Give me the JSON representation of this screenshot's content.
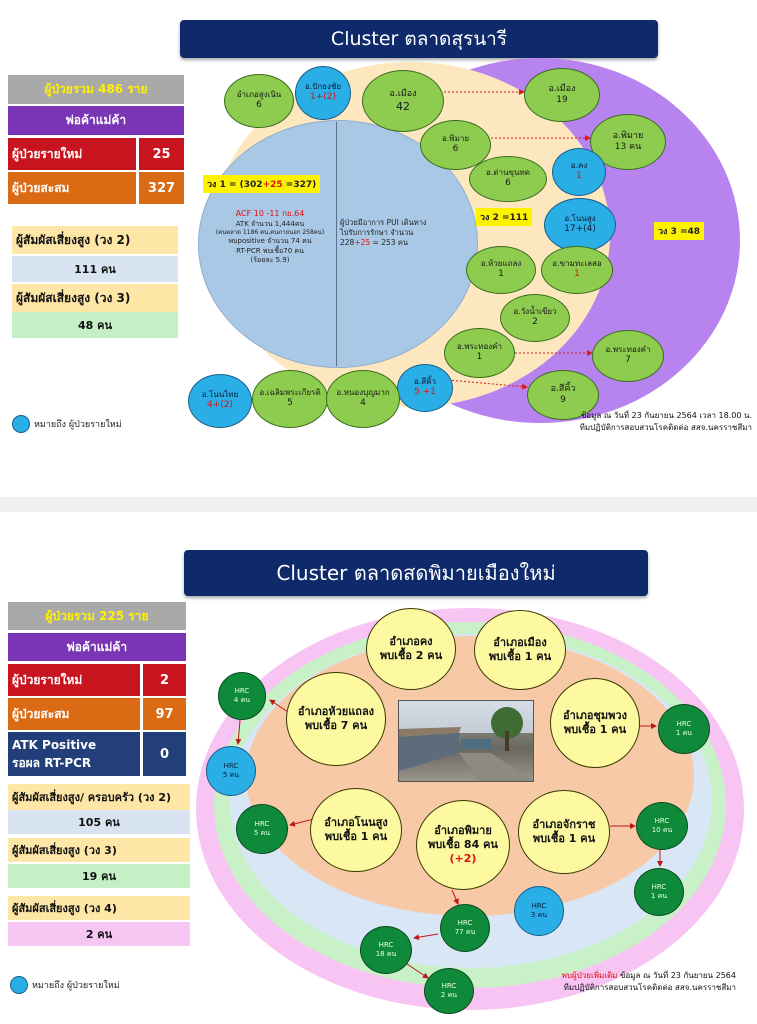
{
  "panel1": {
    "title": "Cluster ตลาดสุรนารี",
    "left": {
      "total": "ผู้ป่วยรวม 486 ราย",
      "vendor": "พ่อค้าแม่ค้า",
      "new_label": "ผู้ป่วยรายใหม่",
      "new_value": "25",
      "cum_label": "ผู้ป่วยสะสม",
      "cum_value": "327",
      "ring2_label": "ผู้สัมผัสเสี่ยงสูง (วง 2)",
      "ring2_value": "111 คน",
      "ring3_label": "ผู้สัมผัสเสี่ยงสูง (วง 3)",
      "ring3_value": "48 คน"
    },
    "ring_tags": {
      "ring1_a": "วง 1 = (302",
      "ring1_b": "+25",
      "ring1_c": " =327)",
      "ring2": "วง 2 =111",
      "ring3": "วง 3 =48"
    },
    "acf": {
      "line1": "ACF 10 -11 กย.64",
      "line2": "ATK จำนวน 1,444คน",
      "line3": "(คนตลาด 1186 คน,คนภายนอก 258คน)",
      "line4": "พบpositive จำนวน 74 คน",
      "line5": "RT-PCR พบเชื้อ70 คน",
      "line6": "(ร้อยละ 5.9)"
    },
    "pui": {
      "line1": "ผู้ป่วยมีอาการ PUI เดินทาง",
      "line2": "ไปรับการรักษา จำนวน",
      "line3a": "228",
      "line3b": "+25",
      "line3c": " = 253 คน"
    },
    "nodes": {
      "n1": {
        "name": "อำเภอสูงเนิน",
        "value": "6"
      },
      "n2": {
        "name": "อ.ปักธงชัย",
        "value": "1+(2)"
      },
      "n3": {
        "name": "อ.เมือง",
        "value": "42"
      },
      "n4": {
        "name": "อ.เมือง",
        "value": "19"
      },
      "n5": {
        "name": "อ.พิมาย",
        "value": "6"
      },
      "n6": {
        "name": "อ.พิมาย",
        "value": "13 คน"
      },
      "n7": {
        "name": "อ.ด่านขุนทด",
        "value": "6"
      },
      "n8": {
        "name": "อ.คง",
        "value": "1"
      },
      "n9": {
        "name": "อ.โนนสูง",
        "value": "17+(4)"
      },
      "n10": {
        "name": "อ.ห้วยแถลง",
        "value": "1"
      },
      "n11": {
        "name": "อ.ขามทะเลสอ",
        "value": "1"
      },
      "n12": {
        "name": "อ.วังน้ำเขียว",
        "value": "2"
      },
      "n13": {
        "name": "อ.พระทองคำ",
        "value": "1"
      },
      "n14": {
        "name": "อ.พระทองคำ",
        "value": "7"
      },
      "n15": {
        "name": "อ.สีคิ้ว",
        "value": "5 +1"
      },
      "n16": {
        "name": "อ.สีคิ้ว",
        "value": "9"
      },
      "n17": {
        "name": "อ.โนนไทย",
        "value": "4+(2)"
      },
      "n18": {
        "name": "อ.เฉลิมพระเกียรติ",
        "value": "5"
      },
      "n19": {
        "name": "อ.หนองบุญมาก",
        "value": "4"
      }
    },
    "legend": "หมายถึง ผู้ป่วยรายใหม่",
    "source1": "ข้อมูล ณ วันที่ 23 กันยายน 2564 เวลา 18.00 น.",
    "source2": "ทีมปฏิบัติการสอบสวนโรคติดต่อ สสจ.นครราชสีมา"
  },
  "panel2": {
    "title": "Cluster ตลาดสดพิมายเมืองใหม่",
    "left": {
      "total": "ผู้ป่วยรวม 225 ราย",
      "vendor": "พ่อค้าแม่ค้า",
      "new_label": "ผู้ป่วยรายใหม่",
      "new_value": "2",
      "cum_label": "ผู้ป่วยสะสม",
      "cum_value": "97",
      "atk_label1": "ATK Positive",
      "atk_label2": "รอผล RT-PCR",
      "atk_value": "0",
      "ring2_label": "ผู้สัมผัสเสี่ยงสูง/ ครอบครัว (วง 2)",
      "ring2_value": "105 คน",
      "ring3_label": "ผู้สัมผัสเสี่ยงสูง (วง 3)",
      "ring3_value": "19 คน",
      "ring4_label": "ผู้สัมผัสเสี่ยงสูง (วง 4)",
      "ring4_value": "2 คน"
    },
    "yellow_nodes": {
      "y1": {
        "l1": "อำเภอคง",
        "l2": "พบเชื้อ 2 คน"
      },
      "y2": {
        "l1": "อำเภอเมือง",
        "l2": "พบเชื้อ 1 คน"
      },
      "y3": {
        "l1": "อำเภอห้วยแถลง",
        "l2": "พบเชื้อ 7 คน"
      },
      "y4": {
        "l1": "อำเภอชุมพวง",
        "l2": "พบเชื้อ 1 คน"
      },
      "y5": {
        "l1": "อำเภอโนนสูง",
        "l2": "พบเชื้อ 1 คน"
      },
      "y6": {
        "l1": "อำเภอพิมาย",
        "l2": "พบเชื้อ 84 คน",
        "l3": "(+2)"
      },
      "y7": {
        "l1": "อำเภอจักราช",
        "l2": "พบเชื้อ 1 คน"
      }
    },
    "hrc_nodes": {
      "h1": {
        "name": "HRC",
        "value": "4 คน"
      },
      "h2": {
        "name": "HRC",
        "value": "5 คน"
      },
      "h3": {
        "name": "HRC",
        "value": "1 คน"
      },
      "h4": {
        "name": "HRC",
        "value": "5 คน"
      },
      "h5": {
        "name": "HRC",
        "value": "10 คน"
      },
      "h6": {
        "name": "HRC",
        "value": "1 คน"
      },
      "h7": {
        "name": "HRC",
        "value": "3 คน"
      },
      "h8": {
        "name": "HRC",
        "value": "77 คน"
      },
      "h9": {
        "name": "HRC",
        "value": "18 คน"
      },
      "h10": {
        "name": "HRC",
        "value": "2 คน"
      }
    },
    "legend": "หมายถึง ผู้ป่วยรายใหม่",
    "source1_red": "พบผู้ป่วยเพิ่มเติม",
    "source1": " ข้อมูล ณ วันที่ 23 กันยายน 2564",
    "source2": "ทีมปฏิบัติการสอบสวนโรคติดต่อ สสจ.นครราชสีมา"
  }
}
